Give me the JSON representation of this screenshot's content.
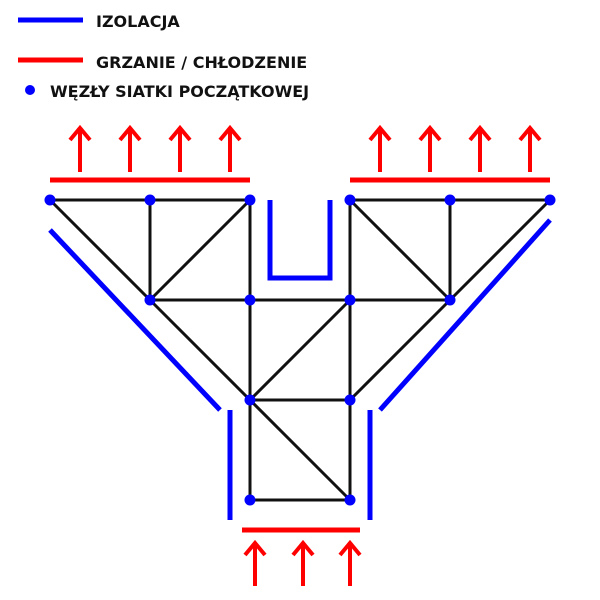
{
  "legend": {
    "insulation": "IZOLACJA",
    "heating_cooling": "GRZANIE / CHŁODZENIE",
    "nodes": "WĘZŁY SIATKI POCZĄTKOWEJ"
  },
  "colors": {
    "insulation": "#0000ff",
    "heating": "#ff0000",
    "mesh": "#111111",
    "node": "#0000ff"
  }
}
